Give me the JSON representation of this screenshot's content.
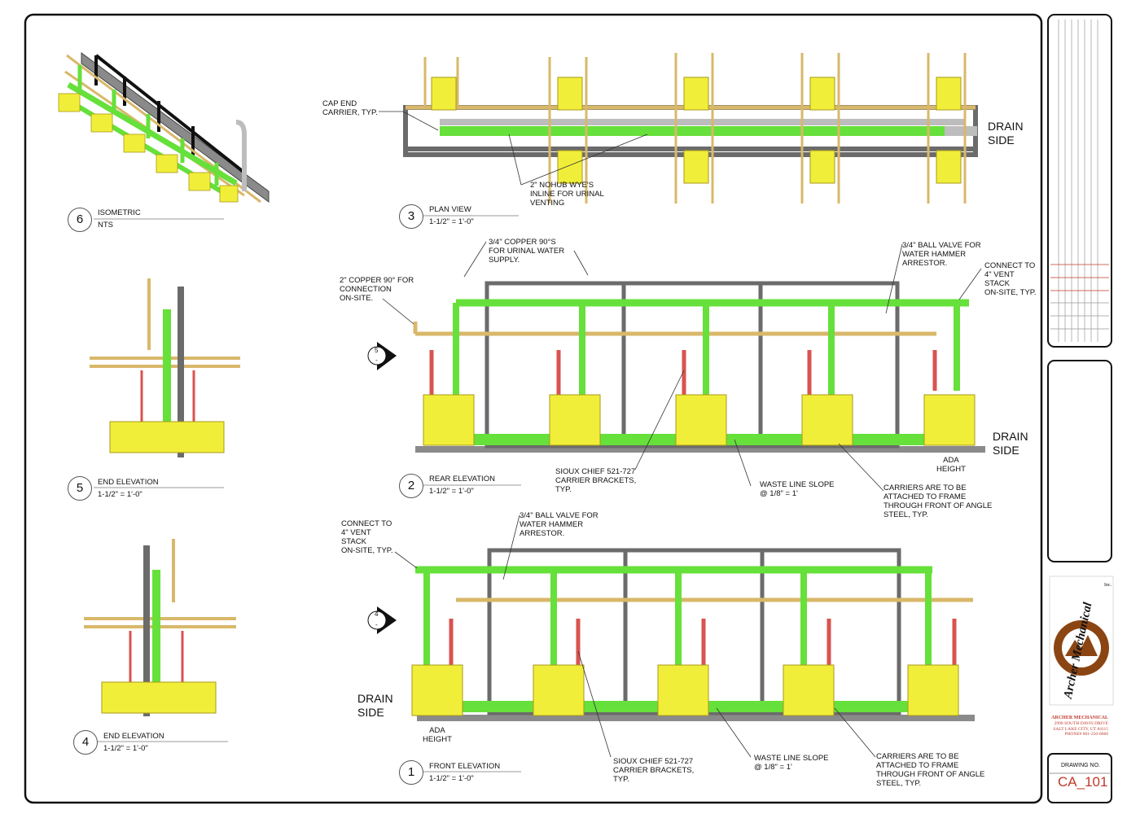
{
  "views": {
    "isometric": {
      "number": "6",
      "title": "ISOMETRIC",
      "scale": "NTS"
    },
    "plan": {
      "number": "3",
      "title": "PLAN VIEW",
      "scale": "1-1/2\" = 1'-0\""
    },
    "rear": {
      "number": "2",
      "title": "REAR ELEVATION",
      "scale": "1-1/2\" = 1'-0\""
    },
    "end5": {
      "number": "5",
      "title": "END ELEVATION",
      "scale": "1-1/2\" = 1'-0\""
    },
    "end4": {
      "number": "4",
      "title": "END ELEVATION",
      "scale": "1-1/2\" = 1'-0\""
    },
    "front": {
      "number": "1",
      "title": "FRONT ELEVATION",
      "scale": "1-1/2\" = 1'-0\""
    }
  },
  "callouts": {
    "cap_end": "CAP END\nCARRIER, TYP.",
    "nohub_wye": "2\" NOHUB WYE'S\nINLINE FOR URINAL\nVENTING",
    "drain_side": "DRAIN\nSIDE",
    "copper_90s": "3/4\" COPPER 90°S\nFOR URINAL WATER\nSUPPLY.",
    "copper_2in": "2\" COPPER 90° FOR\nCONNECTION\nON-SITE.",
    "ball_valve_rear": "3/4\" BALL VALVE FOR\nWATER HAMMER\nARRESTOR.",
    "connect_vent_rear": "CONNECT TO\n4\" VENT\nSTACK\nON-SITE, TYP.",
    "ada_height": "ADA\nHEIGHT",
    "sioux_chief": "SIOUX CHIEF 521-727\nCARRIER BRACKETS,\nTYP.",
    "waste_slope": "WASTE LINE SLOPE\n@ 1/8\" = 1'",
    "carriers_attached": "CARRIERS ARE TO BE\nATTACHED TO FRAME\nTHROUGH FRONT OF ANGLE\nSTEEL, TYP.",
    "connect_vent_front": "CONNECT TO\n4\" VENT\nSTACK\nON-SITE, TYP.",
    "ball_valve_front": "3/4\" BALL VALVE FOR\nWATER HAMMER\nARRESTOR."
  },
  "section_markers": {
    "rear_marker": {
      "top": "5",
      "bottom": "-"
    },
    "front_marker": {
      "top": "4",
      "bottom": "-"
    }
  },
  "title_block": {
    "logo_text": "Archer Mechanical",
    "logo_mark": "Inc.",
    "company": "ARCHER MECHANICAL",
    "address": "2990 SOUTH DAVIS DRIVE\nSALT LAKE CITY, UT 84115\nPHONE# 801-250-8060",
    "drawing_no_label": "DRAWING NO.",
    "drawing_no": "CA_101"
  },
  "colors": {
    "waste_vent_pipe": "#66e03a",
    "copper_supply": "#d8b86a",
    "carrier": "#f1ee3a",
    "red_valve": "#d9534f",
    "frame_steel": "#6b6b6b",
    "gray_pipe": "#bdbdbd",
    "title_red": "#c0392b",
    "logo_brown": "#8b4513"
  }
}
